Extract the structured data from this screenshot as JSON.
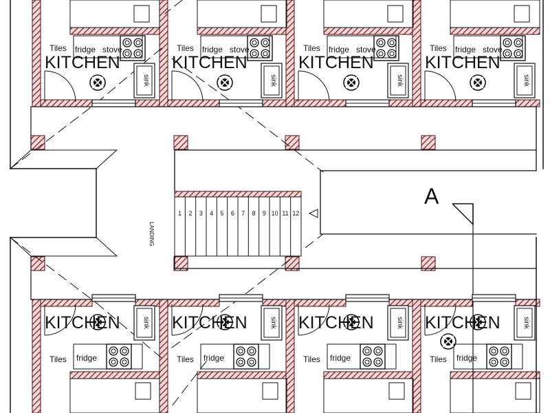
{
  "colors": {
    "wall_hatch_bg": "#f3d9d9",
    "wall_hatch_line": "#8a2020",
    "wall_outline": "#4a1010",
    "line": "#111111"
  },
  "labels": {
    "kitchen": "KITCHEN",
    "tiles": "Tiles",
    "fridge": "fridge",
    "stove": "stove",
    "sink": "sink",
    "landing": "LANDING",
    "section_marker": "A"
  },
  "stairs": {
    "step_numbers": [
      "1",
      "2",
      "3",
      "4",
      "5",
      "6",
      "7",
      "8",
      "9",
      "10",
      "11",
      "12"
    ]
  },
  "kitchens": [
    {
      "row": "top",
      "index": 1
    },
    {
      "row": "top",
      "index": 2
    },
    {
      "row": "top",
      "index": 3
    },
    {
      "row": "top",
      "index": 4
    },
    {
      "row": "bottom",
      "index": 1
    },
    {
      "row": "bottom",
      "index": 2
    },
    {
      "row": "bottom",
      "index": 3
    },
    {
      "row": "bottom",
      "index": 4
    }
  ],
  "icons": {
    "light_fixture": "light-fixture-icon",
    "hob": "hob-icon",
    "sink": "sink-icon",
    "door_swing": "door-swing-icon",
    "stair_arrow": "stair-arrow-icon"
  }
}
